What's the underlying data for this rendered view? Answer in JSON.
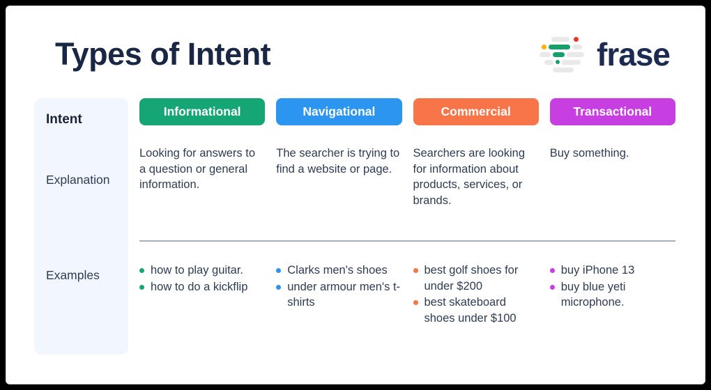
{
  "header": {
    "title": "Types of Intent",
    "logo": {
      "wordmark": "frase"
    }
  },
  "table": {
    "row_labels": {
      "intent": "Intent",
      "explanation": "Explanation",
      "examples": "Examples"
    },
    "columns": [
      {
        "label": "Informational",
        "color": "#16a575",
        "explanation": "Looking for answers to a question or general information.",
        "examples": [
          "how to play guitar.",
          "how to do a kickflip"
        ]
      },
      {
        "label": "Navigational",
        "color": "#2b95f0",
        "explanation": "The searcher is trying to find a website or page.",
        "examples": [
          "Clarks men's shoes",
          "under armour men's t-shirts"
        ]
      },
      {
        "label": "Commercial",
        "color": "#f87449",
        "explanation": "Searchers are looking for information about products, services, or brands.",
        "examples": [
          "best golf shoes for under $200",
          "best skateboard shoes under $100"
        ]
      },
      {
        "label": "Transactional",
        "color": "#c73fe0",
        "explanation": "Buy something.",
        "examples": [
          "buy iPhone 13",
          "buy blue yeti microphone."
        ]
      }
    ]
  }
}
